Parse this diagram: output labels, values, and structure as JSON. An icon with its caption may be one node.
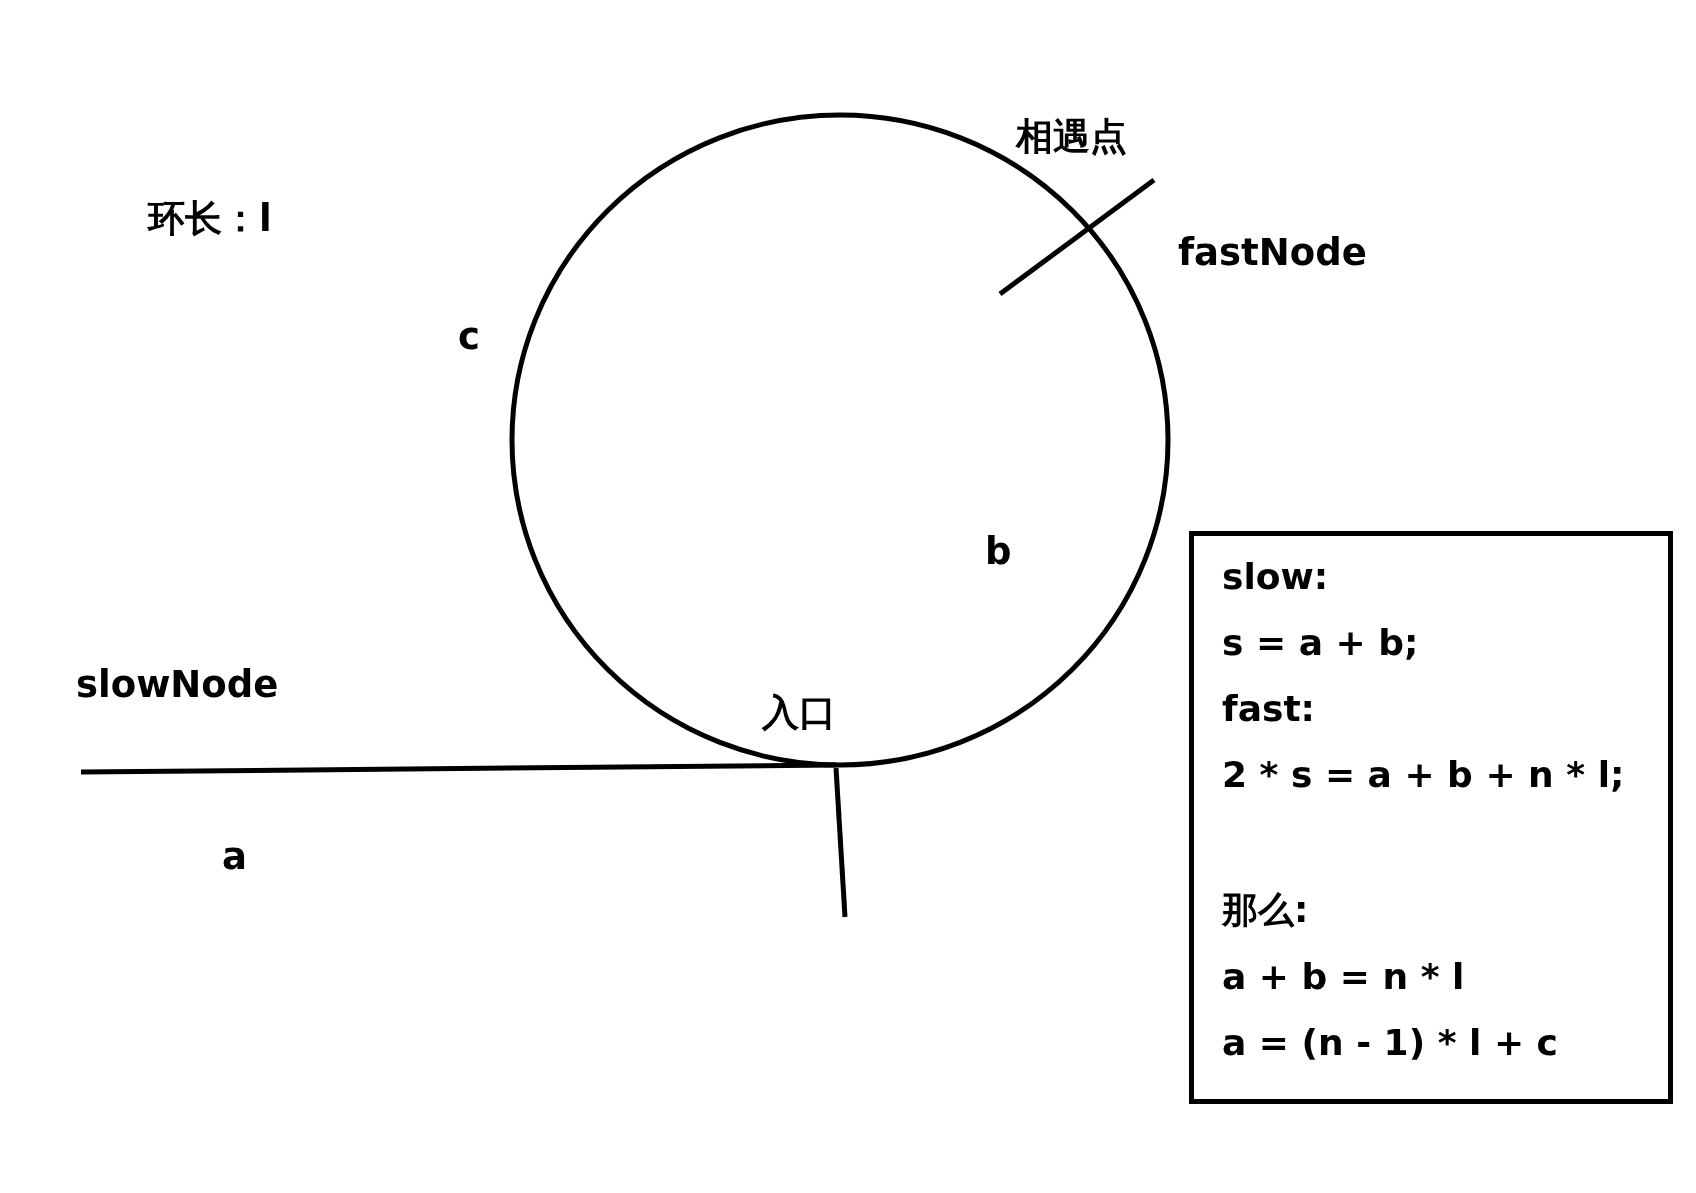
{
  "diagram": {
    "nodes": [
      {
        "text": [
          "slow:",
          "s = a + b;",
          "fast:",
          "2 * s = a + b + n * l;",
          "那么:",
          "a + b = n * l",
          "a = (n - 1) * l + c"
        ]
      }
    ],
    "labels": [
      "相遇点",
      "环长：l",
      "fastNode",
      "c",
      "b",
      "slowNode",
      "入口",
      "a"
    ]
  }
}
